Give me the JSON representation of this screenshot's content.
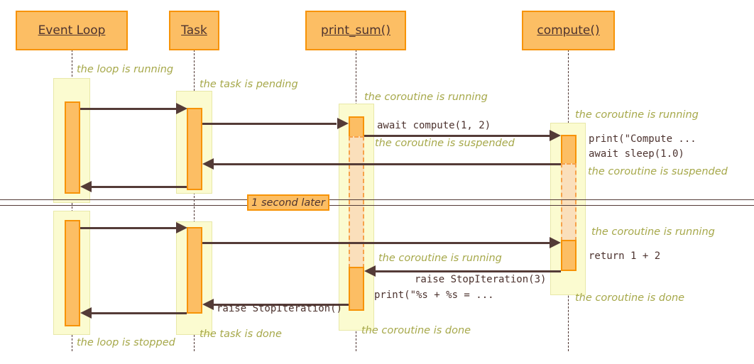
{
  "diagram": {
    "type": "sequence-diagram",
    "title": "asyncio event loop coroutine sequence",
    "colors": {
      "participant_fill": "#FCBE64",
      "participant_border": "#F79306",
      "band_fill": "#FBFBD0",
      "band_border": "#E8E8A8",
      "activation_fill": "#FCBE64",
      "activation_border": "#F79306",
      "suspended_fill": "#FADFBB",
      "suspended_border": "#F7A24A",
      "arrow": "#543B37",
      "note_text": "#A6A84A",
      "code_text": "#4D332F",
      "background": "#FFFFFF"
    }
  },
  "participants": [
    {
      "id": "event-loop",
      "label": "Event Loop"
    },
    {
      "id": "task",
      "label": "Task"
    },
    {
      "id": "print-sum",
      "label": "print_sum()"
    },
    {
      "id": "compute",
      "label": "compute()"
    }
  ],
  "divider": {
    "label": "1 second later"
  },
  "notes": [
    {
      "id": "note-loop-running",
      "text": "the loop is running"
    },
    {
      "id": "note-task-pending",
      "text": "the task is pending"
    },
    {
      "id": "note-print-sum-running-1",
      "text": "the coroutine is running"
    },
    {
      "id": "note-compute-running-1",
      "text": "the coroutine is running"
    },
    {
      "id": "note-print-sum-suspended",
      "text": "the coroutine is suspended"
    },
    {
      "id": "note-compute-suspended",
      "text": "the coroutine is suspended"
    },
    {
      "id": "note-compute-running-2",
      "text": "the coroutine is running"
    },
    {
      "id": "note-print-sum-running-2",
      "text": "the coroutine is running"
    },
    {
      "id": "note-compute-done",
      "text": "the coroutine is done"
    },
    {
      "id": "note-print-sum-done",
      "text": "the coroutine is done"
    },
    {
      "id": "note-task-done",
      "text": "the task is done"
    },
    {
      "id": "note-loop-stopped",
      "text": "the loop is stopped"
    }
  ],
  "messages": [
    {
      "id": "msg-await-compute",
      "text": "await compute(1, 2)"
    },
    {
      "id": "msg-print-compute",
      "text": "print(\"Compute ..."
    },
    {
      "id": "msg-await-sleep",
      "text": "await sleep(1.0)"
    },
    {
      "id": "msg-return-sum",
      "text": "return 1 + 2"
    },
    {
      "id": "msg-raise-stopiteration-3",
      "text": "raise StopIteration(3)"
    },
    {
      "id": "msg-print-result",
      "text": "print(\"%s + %s = ..."
    },
    {
      "id": "msg-raise-stopiteration",
      "text": "raise StopIteration()"
    }
  ]
}
